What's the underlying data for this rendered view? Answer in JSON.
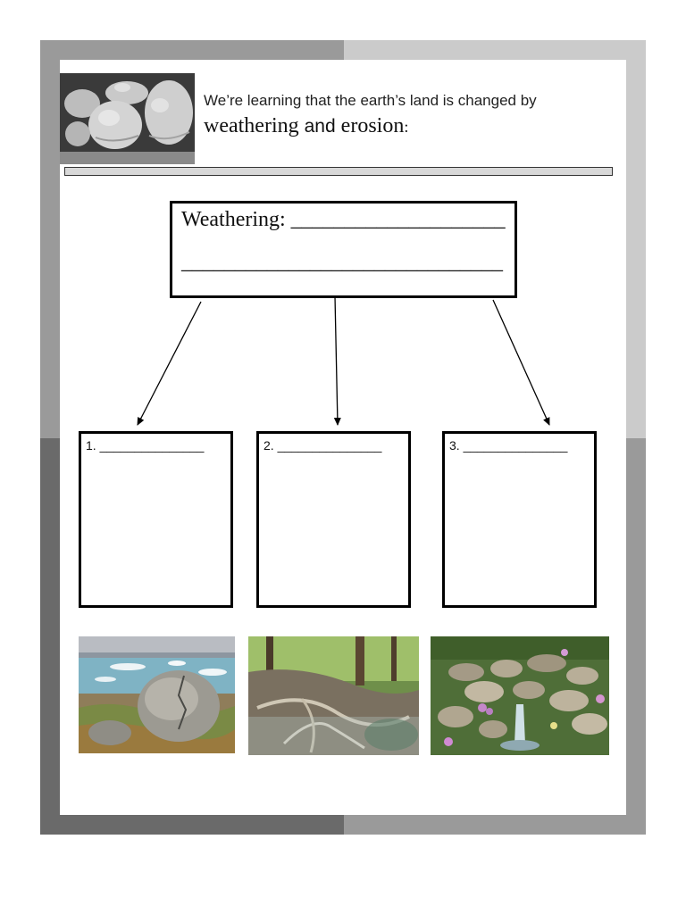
{
  "header": {
    "title_line1": "We’re learning that the earth’s land is changed by",
    "title_word1": "weathering",
    "title_and": "and",
    "title_word2": "erosion",
    "title_colon": ":"
  },
  "concept_box": {
    "line1": "Weathering: ____________________",
    "line2": "______________________________"
  },
  "answer_boxes": [
    {
      "label": "1. _______________"
    },
    {
      "label": "2. _______________"
    },
    {
      "label": "3. _______________"
    }
  ],
  "colors": {
    "frame_light": "#cbcbcb",
    "frame_mid": "#9a9a9a",
    "frame_dark": "#6a6a6a",
    "border": "#000000"
  },
  "icons": [
    "rocks-photo",
    "cracked-boulder-photo",
    "forest-roots-photo",
    "rock-garden-stream-photo",
    "arrow-icon"
  ]
}
